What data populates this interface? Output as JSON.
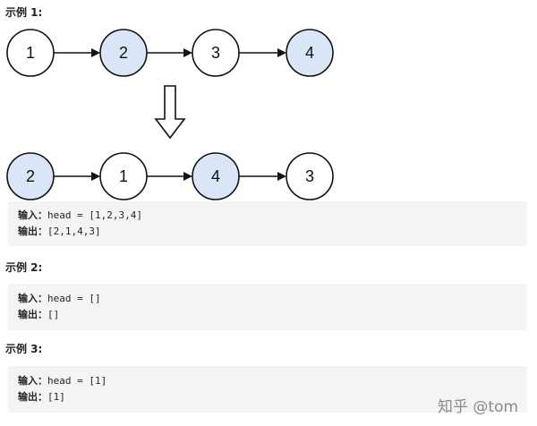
{
  "examples": [
    {
      "heading": "示例 1:",
      "before": {
        "nodes": [
          "1",
          "2",
          "3",
          "4"
        ],
        "highlighted": [
          false,
          true,
          false,
          true
        ]
      },
      "after": {
        "nodes": [
          "2",
          "1",
          "4",
          "3"
        ],
        "highlighted": [
          true,
          false,
          true,
          false
        ]
      },
      "input_label": "输入：",
      "input_value": "head = [1,2,3,4]",
      "output_label": "输出：",
      "output_value": "[2,1,4,3]"
    },
    {
      "heading": "示例 2:",
      "input_label": "输入：",
      "input_value": "head = []",
      "output_label": "输出：",
      "output_value": "[]"
    },
    {
      "heading": "示例 3:",
      "input_label": "输入：",
      "input_value": "head = [1]",
      "output_label": "输出：",
      "output_value": "[1]"
    }
  ],
  "colors": {
    "highlight_fill": "#dae6f8",
    "plain_fill": "#ffffff",
    "stroke": "#111111"
  },
  "watermark": "知乎 @tom"
}
